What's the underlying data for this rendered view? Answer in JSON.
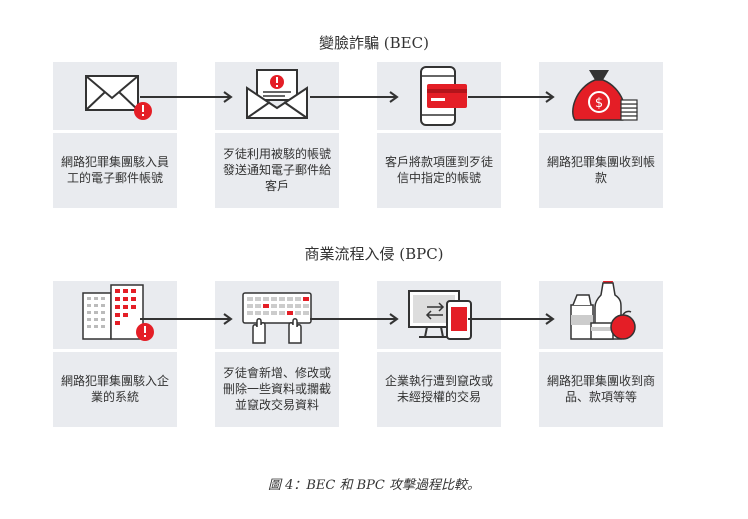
{
  "sections": [
    {
      "title": "變臉詐騙 (BEC)",
      "steps": [
        {
          "text": "網路犯罪集團駭入員工的電子郵件帳號",
          "icon": "envelope-warning-icon"
        },
        {
          "text": "歹徒利用被駭的帳號發送通知電子郵件給客戶",
          "icon": "open-envelope-alert-icon"
        },
        {
          "text": "客戶將款項匯到歹徒信中指定的帳號",
          "icon": "phone-card-payment-icon"
        },
        {
          "text": "網路犯罪集團收到帳款",
          "icon": "money-bag-icon"
        }
      ]
    },
    {
      "title": "商業流程入侵 (BPC)",
      "steps": [
        {
          "text": "網路犯罪集團駭入企業的系統",
          "icon": "hacked-building-icon"
        },
        {
          "text": "歹徒會新增、修改或刪除一些資料或攔截並竄改交易資料",
          "icon": "keyboard-hands-icon"
        },
        {
          "text": "企業執行遭到竄改或未經授權的交易",
          "icon": "computer-transfer-icon"
        },
        {
          "text": "網路犯罪集團收到商品、款項等等",
          "icon": "goods-products-icon"
        }
      ]
    }
  ],
  "caption": "圖 4：BEC 和 BPC 攻擊過程比較。",
  "colors": {
    "accent": "#e41e26",
    "card": "#e9ebef",
    "line": "#333333"
  }
}
